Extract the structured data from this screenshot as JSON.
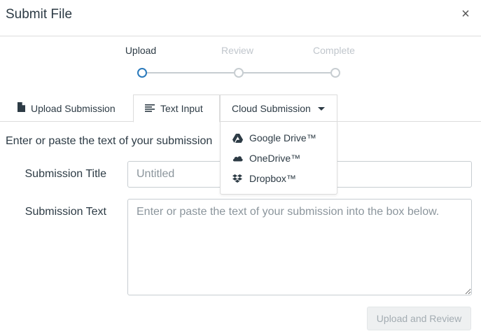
{
  "dialog": {
    "title": "Submit File",
    "close_glyph": "×"
  },
  "stepper": {
    "steps": [
      {
        "label": "Upload",
        "state": "active"
      },
      {
        "label": "Review",
        "state": "inactive"
      },
      {
        "label": "Complete",
        "state": "inactive"
      }
    ]
  },
  "tabs": [
    {
      "label": "Upload Submission",
      "icon": "file-icon",
      "active": false
    },
    {
      "label": "Text Input",
      "icon": "align-left-icon",
      "active": true
    },
    {
      "label": "Cloud Submission",
      "icon": "caret-down-icon",
      "active": false
    }
  ],
  "cloud_menu": {
    "items": [
      {
        "label": "Google Drive™",
        "icon": "google-drive-icon"
      },
      {
        "label": "OneDrive™",
        "icon": "onedrive-icon"
      },
      {
        "label": "Dropbox™",
        "icon": "dropbox-icon"
      }
    ]
  },
  "form": {
    "intro": "Enter or paste the text of your submission",
    "title_label": "Submission Title",
    "title_placeholder": "Untitled",
    "title_value": "",
    "text_label": "Submission Text",
    "text_placeholder": "Enter or paste the text of your submission into the box below.",
    "text_value": ""
  },
  "actions": {
    "upload_review_label": "Upload and Review"
  },
  "colors": {
    "accent": "#2b7abc",
    "text": "#2d3b45",
    "muted": "#c0c6cc",
    "border": "#dcdcdc"
  }
}
